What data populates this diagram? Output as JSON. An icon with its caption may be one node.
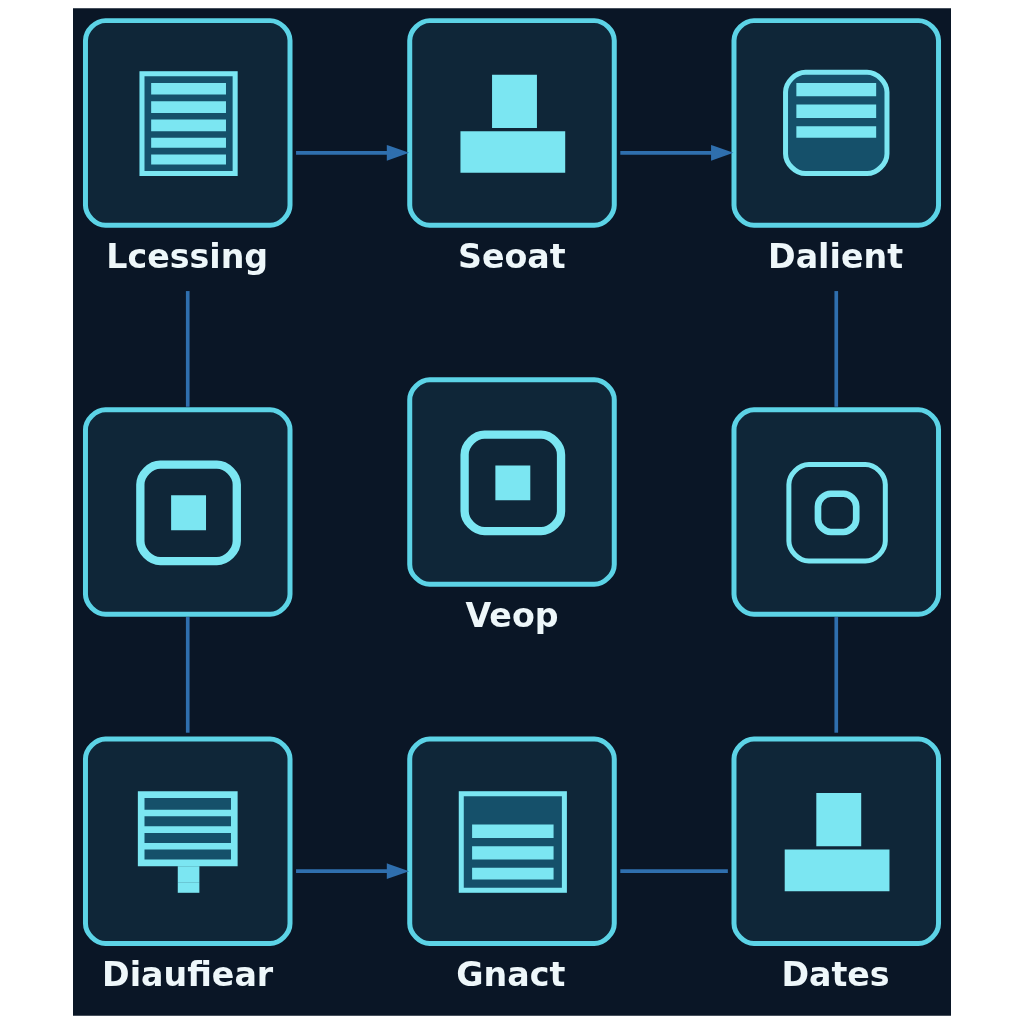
{
  "diagram": {
    "nodes": [
      {
        "text": [
          "Lcessing"
        ]
      },
      {
        "text": [
          "Seoat"
        ]
      },
      {
        "text": [
          "Dalient"
        ]
      },
      {
        "text": [],
        "shape": "box"
      },
      {
        "text": [
          "Veop"
        ]
      },
      {
        "text": [],
        "shape": "box"
      },
      {
        "text": [
          "Diaufiear"
        ]
      },
      {
        "text": [
          "Gnact"
        ]
      },
      {
        "text": [
          "Dates"
        ]
      }
    ],
    "edges": [
      {
        "from": 0,
        "to": 1,
        "arrow": "to"
      },
      {
        "from": 1,
        "to": 2,
        "arrow": "to"
      },
      {
        "from": 2,
        "to": 5,
        "arrow": "none"
      },
      {
        "from": 5,
        "to": 8,
        "arrow": "none"
      },
      {
        "from": 7,
        "to": 8,
        "arrow": "none"
      },
      {
        "from": 6,
        "to": 7,
        "arrow": "to"
      },
      {
        "from": 3,
        "to": 6,
        "arrow": "none"
      },
      {
        "from": 0,
        "to": 3,
        "arrow": "none"
      }
    ]
  }
}
